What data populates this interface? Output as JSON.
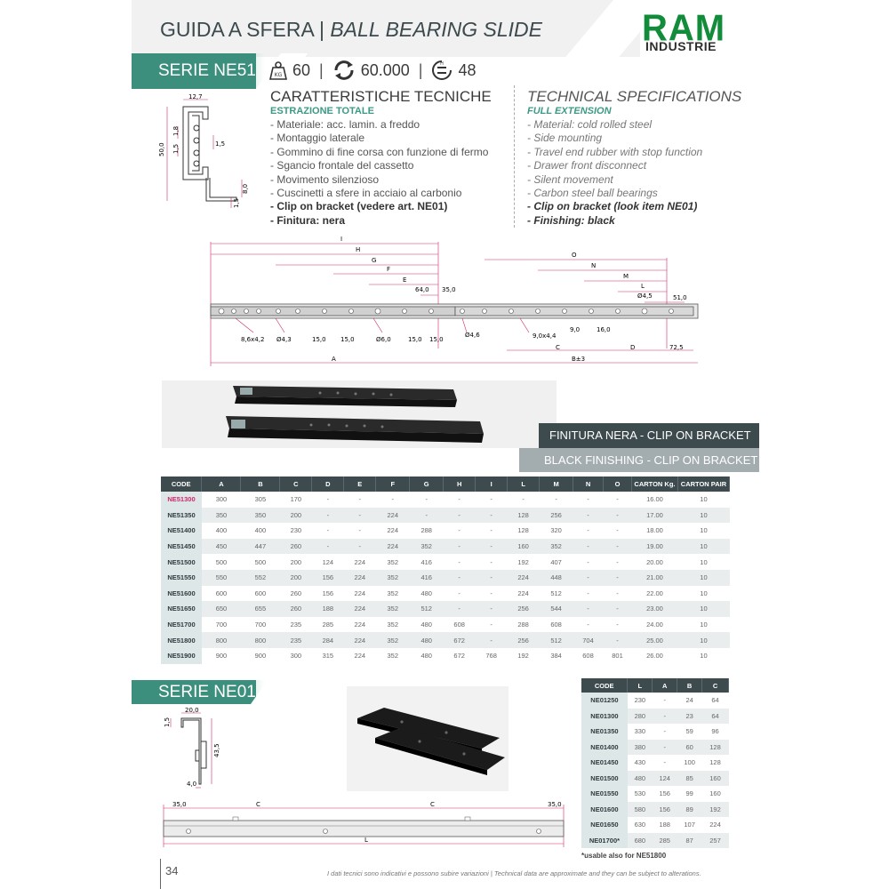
{
  "header": {
    "title_it": "GUIDA A SFERA",
    "title_sep": "|",
    "title_en": "BALL BEARING SLIDE",
    "logo_main": "RAM",
    "logo_sub": "INDUSTRIE",
    "brand_color": "#128c3a"
  },
  "series1": {
    "tab_label": "SERIE NE51",
    "kg_icon_label": "KG",
    "load_value": "60",
    "cycles_value": "60.000",
    "height_value": "48",
    "height_icon_label": "H",
    "left_heading": "CARATTERISTICHE TECNICHE",
    "left_sub": "ESTRAZIONE TOTALE",
    "left_items": [
      "- Materiale: acc. lamin. a freddo",
      "- Montaggio laterale",
      "- Gommino di fine corsa con funzione di fermo",
      "- Sgancio frontale del cassetto",
      "- Movimento silenzioso",
      "- Cuscinetti a sfere in acciaio al carbonio"
    ],
    "left_bold_items": [
      "- Clip on bracket (vedere art. NE01)",
      "- Finitura: nera"
    ],
    "right_heading": "TECHNICAL SPECIFICATIONS",
    "right_sub": "FULL EXTENSION",
    "right_items": [
      "- Material: cold rolled steel",
      "- Side mounting",
      "- Travel end rubber with stop function",
      "- Drawer front disconnect",
      "- Silent movement",
      "- Carbon steel ball bearings"
    ],
    "right_bold_items": [
      "- Clip on bracket (look item NE01)",
      "- Finishing: black"
    ],
    "profile_dims": [
      "12,7",
      "50,0",
      "1,8",
      "1,5",
      "1,5",
      "8,0",
      "1,5"
    ],
    "slide_dims": {
      "I": "I",
      "H": "H",
      "G": "G",
      "F": "F",
      "E": "E",
      "d64": "64,0",
      "d35": "35,0",
      "O": "O",
      "N": "N",
      "M": "M",
      "L": "L",
      "d45": "Ø4,5",
      "d51": "51,0",
      "d8642": "8,6x4,2",
      "d43": "Ø4,3",
      "d15a": "15,0",
      "d15b": "15,0",
      "d60": "Ø6,0",
      "d15c": "15,0",
      "d15d": "15,0",
      "d46": "Ø4,6",
      "d9044": "9,0x4,4",
      "d90": "9,0",
      "d160": "16,0",
      "C": "C",
      "D": "D",
      "d725": "72,5",
      "A": "A",
      "B": "B±3"
    }
  },
  "finish_banner_it": "FINITURA NERA - CLIP ON BRACKET",
  "finish_banner_en": "BLACK FINISHING - CLIP ON BRACKET",
  "table1": {
    "headers": [
      "CODE",
      "A",
      "B",
      "C",
      "D",
      "E",
      "F",
      "G",
      "H",
      "I",
      "L",
      "M",
      "N",
      "O",
      "CARTON Kg.",
      "CARTON PAIR"
    ],
    "rows": [
      [
        "NE51300",
        "300",
        "305",
        "170",
        "-",
        "-",
        "-",
        "-",
        "-",
        "-",
        "-",
        "-",
        "-",
        "-",
        "16.00",
        "10"
      ],
      [
        "NE51350",
        "350",
        "350",
        "200",
        "-",
        "-",
        "224",
        "-",
        "-",
        "-",
        "128",
        "256",
        "-",
        "-",
        "17.00",
        "10"
      ],
      [
        "NE51400",
        "400",
        "400",
        "230",
        "-",
        "-",
        "224",
        "288",
        "-",
        "-",
        "128",
        "320",
        "-",
        "-",
        "18.00",
        "10"
      ],
      [
        "NE51450",
        "450",
        "447",
        "260",
        "-",
        "-",
        "224",
        "352",
        "-",
        "-",
        "160",
        "352",
        "-",
        "-",
        "19.00",
        "10"
      ],
      [
        "NE51500",
        "500",
        "500",
        "200",
        "124",
        "224",
        "352",
        "416",
        "-",
        "-",
        "192",
        "407",
        "-",
        "-",
        "20.00",
        "10"
      ],
      [
        "NE51550",
        "550",
        "552",
        "200",
        "156",
        "224",
        "352",
        "416",
        "-",
        "-",
        "224",
        "448",
        "-",
        "-",
        "21.00",
        "10"
      ],
      [
        "NE51600",
        "600",
        "600",
        "260",
        "156",
        "224",
        "352",
        "480",
        "-",
        "-",
        "224",
        "512",
        "-",
        "-",
        "22.00",
        "10"
      ],
      [
        "NE51650",
        "650",
        "655",
        "260",
        "188",
        "224",
        "352",
        "512",
        "-",
        "-",
        "256",
        "544",
        "-",
        "-",
        "23.00",
        "10"
      ],
      [
        "NE51700",
        "700",
        "700",
        "235",
        "285",
        "224",
        "352",
        "480",
        "608",
        "-",
        "288",
        "608",
        "-",
        "-",
        "24.00",
        "10"
      ],
      [
        "NE51800",
        "800",
        "800",
        "235",
        "284",
        "224",
        "352",
        "480",
        "672",
        "-",
        "256",
        "512",
        "704",
        "-",
        "25.00",
        "10"
      ],
      [
        "NE51900",
        "900",
        "900",
        "300",
        "315",
        "224",
        "352",
        "480",
        "672",
        "768",
        "192",
        "384",
        "608",
        "801",
        "26.00",
        "10"
      ]
    ]
  },
  "series2": {
    "tab_label": "SERIE NE01",
    "profile_dims": [
      "20,0",
      "1,5",
      "43,5",
      "4,0"
    ],
    "bar_dims": {
      "left": "35,0",
      "c1": "C",
      "c2": "C",
      "right": "35,0",
      "L": "L"
    }
  },
  "table2": {
    "headers": [
      "CODE",
      "L",
      "A",
      "B",
      "C"
    ],
    "rows": [
      [
        "NE01250",
        "230",
        "-",
        "24",
        "64"
      ],
      [
        "NE01300",
        "280",
        "-",
        "23",
        "64"
      ],
      [
        "NE01350",
        "330",
        "-",
        "59",
        "96"
      ],
      [
        "NE01400",
        "380",
        "-",
        "60",
        "128"
      ],
      [
        "NE01450",
        "430",
        "-",
        "100",
        "128"
      ],
      [
        "NE01500",
        "480",
        "124",
        "85",
        "160"
      ],
      [
        "NE01550",
        "530",
        "156",
        "99",
        "160"
      ],
      [
        "NE01600",
        "580",
        "156",
        "89",
        "192"
      ],
      [
        "NE01650",
        "630",
        "188",
        "107",
        "224"
      ],
      [
        "NE01700*",
        "680",
        "285",
        "87",
        "257"
      ]
    ],
    "footnote": "*usable also for NE51800"
  },
  "footer": {
    "page_number": "34",
    "disclaimer": "I dati tecnici sono indicativi e possono subire variazioni | Technical data are approximate and they can be subject to alterations."
  }
}
